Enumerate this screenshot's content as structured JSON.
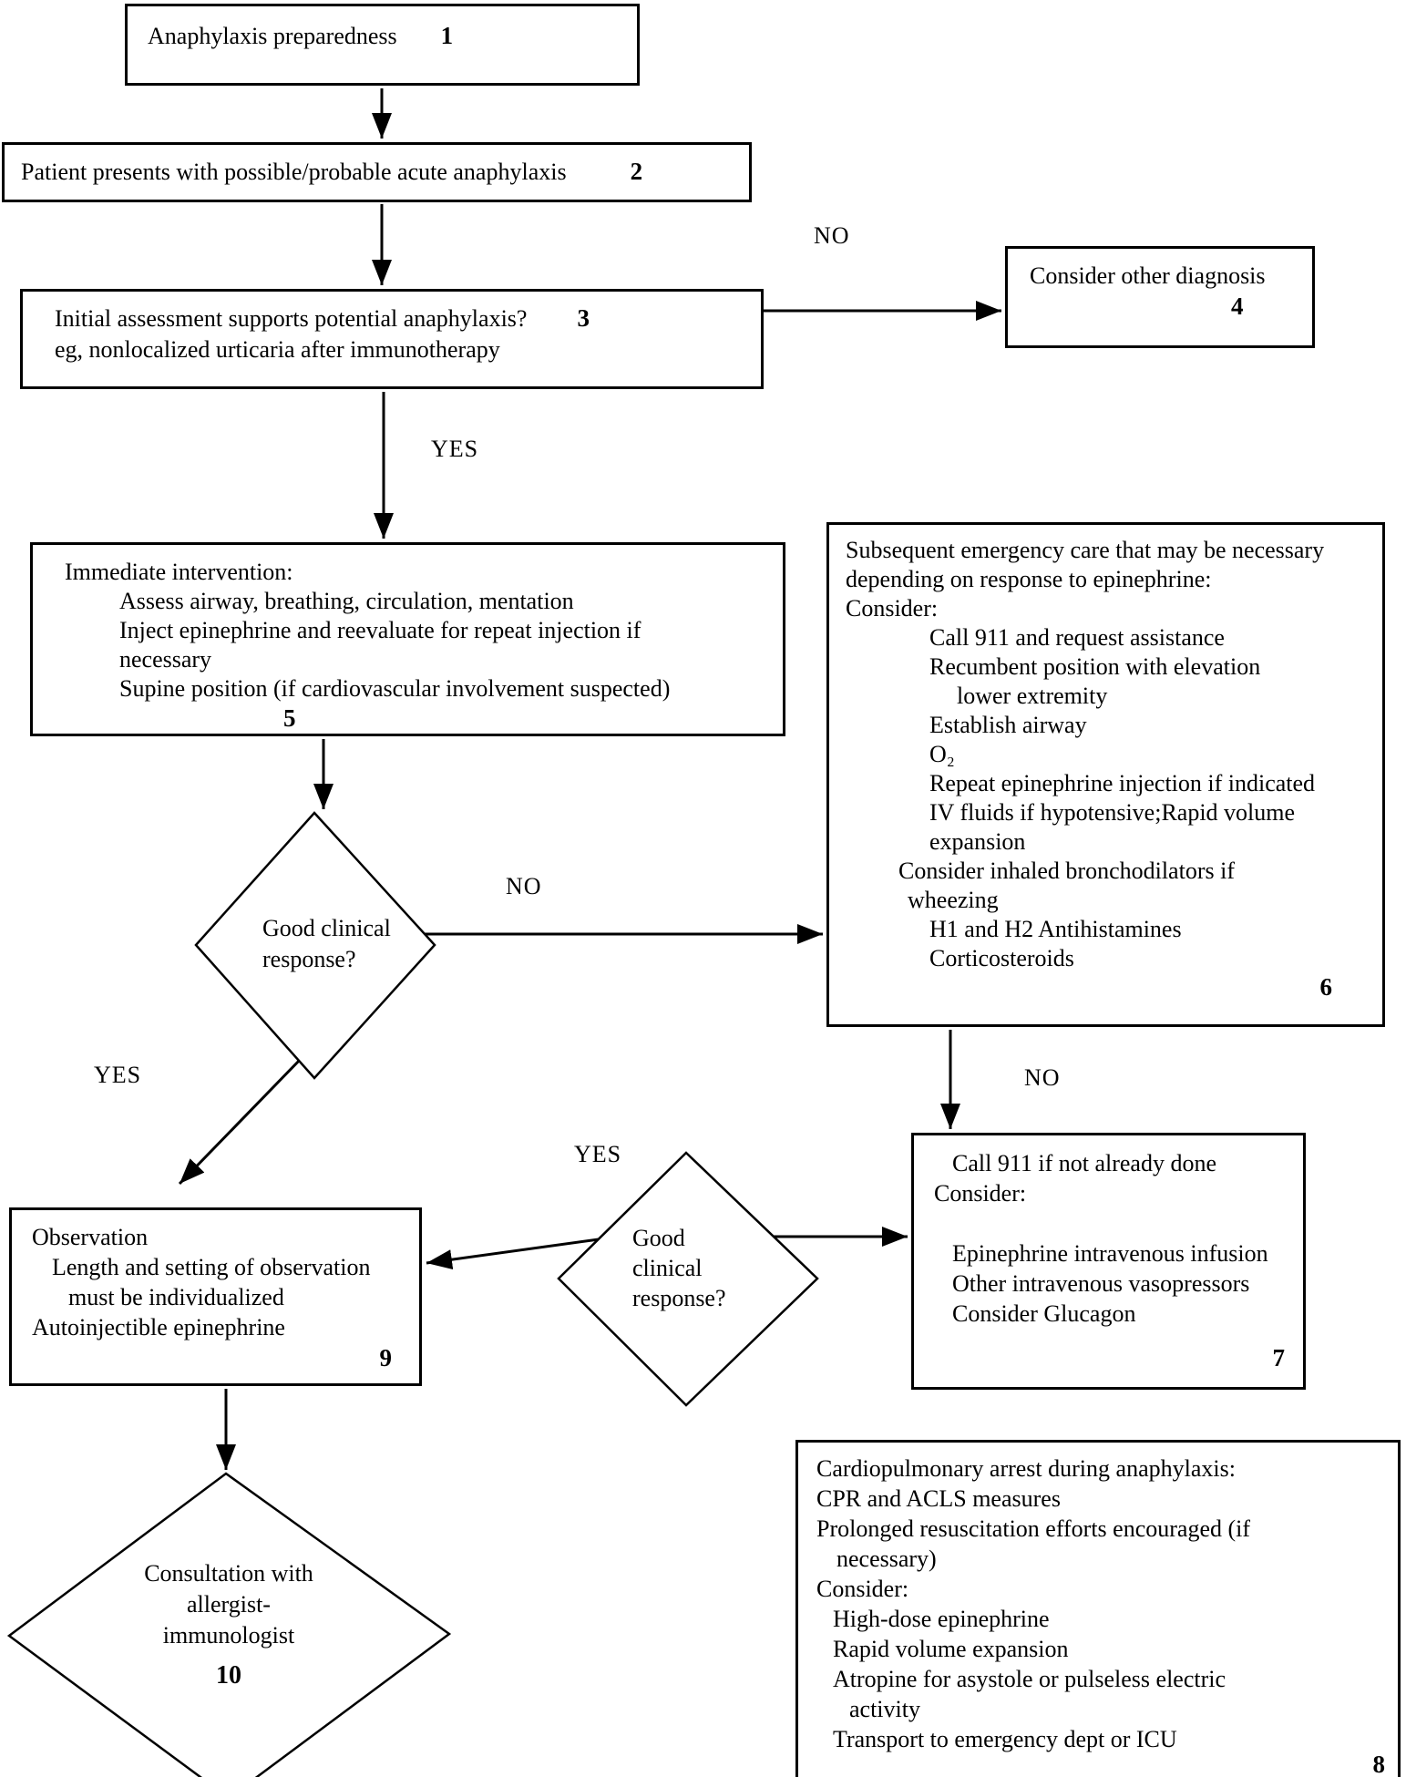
{
  "page": {
    "background": "#ffffff",
    "line_color": "#000000"
  },
  "edge_labels": {
    "assessment_no": "NO",
    "assessment_yes": "YES",
    "response1_no": "NO",
    "response1_yes": "YES",
    "subsequent_no": "NO",
    "response2_yes": "YES"
  },
  "nodes": {
    "preparedness": {
      "number": "1",
      "lines": [
        "Anaphylaxis preparedness"
      ]
    },
    "patient_presents": {
      "number": "2",
      "lines": [
        "Patient presents with possible/probable acute anaphylaxis"
      ]
    },
    "initial_assessment": {
      "number": "3",
      "lines": [
        "Initial assessment supports potential anaphylaxis?",
        "eg, nonlocalized urticaria after immunotherapy"
      ]
    },
    "other_diagnosis": {
      "number": "4",
      "lines": [
        "Consider other diagnosis"
      ]
    },
    "immediate_intervention": {
      "number": "5",
      "lines": [
        "Immediate intervention:",
        "Assess airway, breathing, circulation, mentation",
        "Inject epinephrine and reevaluate for repeat injection if",
        "necessary",
        "Supine position (if cardiovascular involvement suspected)"
      ]
    },
    "subsequent_care": {
      "number": "6",
      "lines": [
        "Subsequent emergency care that may be necessary",
        "depending on response to epinephrine:",
        "Consider:",
        "Call 911 and request assistance",
        "Recumbent position with elevation",
        "lower extremity",
        "Establish airway",
        "O₂",
        "Repeat epinephrine injection if indicated",
        "IV fluids if hypotensive;Rapid volume",
        "expansion",
        "Consider inhaled bronchodilators if",
        "wheezing",
        "H1 and H2 Antihistamines",
        "Corticosteroids"
      ]
    },
    "good_response_1": {
      "lines": [
        "Good clinical",
        "response?"
      ]
    },
    "call_911": {
      "number": "7",
      "lines": [
        "Call 911 if not already done",
        "Consider:",
        "",
        "Epinephrine intravenous infusion",
        "Other intravenous vasopressors",
        "Consider Glucagon"
      ]
    },
    "observation": {
      "number": "9",
      "lines": [
        "Observation",
        "Length and setting of observation",
        "must be individualized",
        "Autoinjectible epinephrine"
      ]
    },
    "good_response_2": {
      "lines": [
        "Good",
        "clinical",
        "response?"
      ]
    },
    "cardiac_arrest": {
      "number": "8",
      "lines": [
        "Cardiopulmonary arrest during anaphylaxis:",
        "CPR and ACLS measures",
        "Prolonged resuscitation efforts encouraged (if",
        "necessary)",
        "Consider:",
        "High-dose epinephrine",
        "Rapid volume expansion",
        "Atropine for asystole or pulseless electric",
        "activity",
        "Transport to emergency dept or ICU"
      ]
    },
    "consultation": {
      "number": "10",
      "lines": [
        "Consultation with",
        "allergist-",
        "immunologist"
      ]
    }
  }
}
